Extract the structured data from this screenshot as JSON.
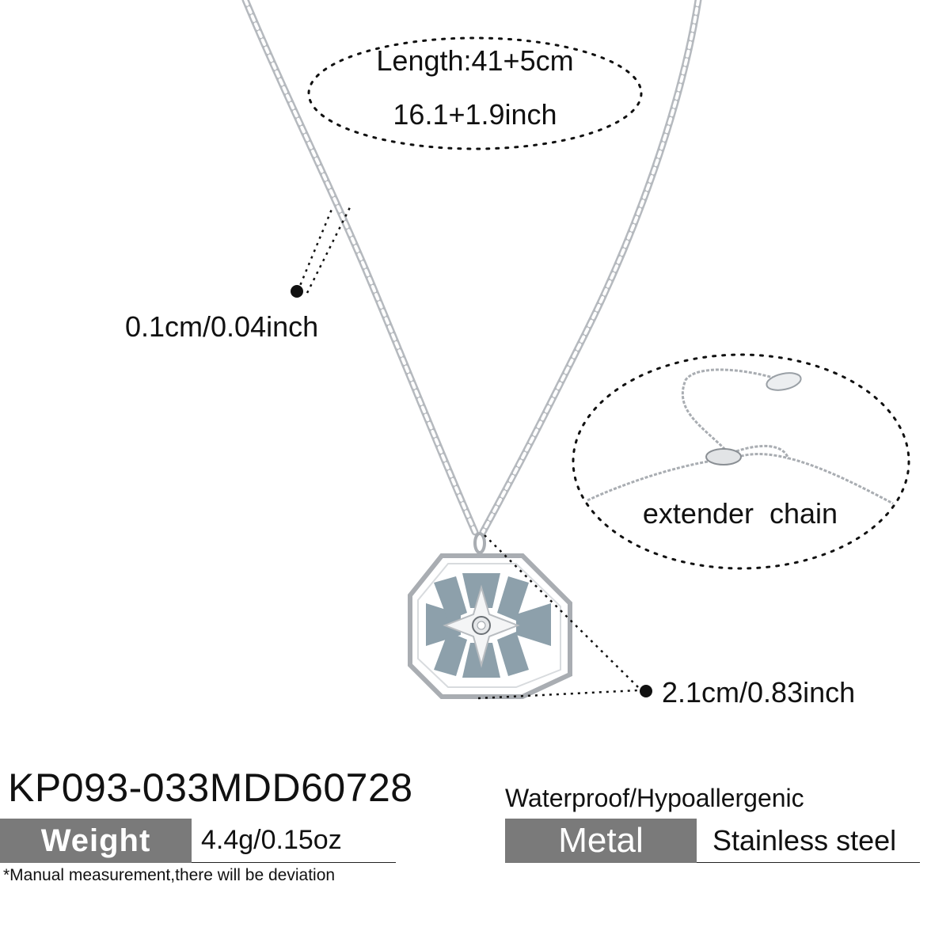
{
  "labels": {
    "length_cm": "Length:41+5cm",
    "length_inch": "16.1+1.9inch",
    "chain_width": "0.1cm/0.04inch",
    "extender": "extender  chain",
    "pendant_size": "2.1cm/0.83inch"
  },
  "product": {
    "sku": "KP093-033MDD60728",
    "features": "Waterproof/Hypoallergenic",
    "weight_label": "Weight",
    "weight_value": "4.4g/0.15oz",
    "metal_label": "Metal",
    "metal_value": "Stainless steel",
    "disclaimer": "*Manual measurement,there will be deviation"
  },
  "colors": {
    "enamel": "#8da0ab",
    "silver": "#c9ccd0",
    "label_bg": "#7a7a7a"
  },
  "icons": {
    "pendant": "octagon-star-pendant-icon",
    "marker": "dot-marker-icon"
  }
}
